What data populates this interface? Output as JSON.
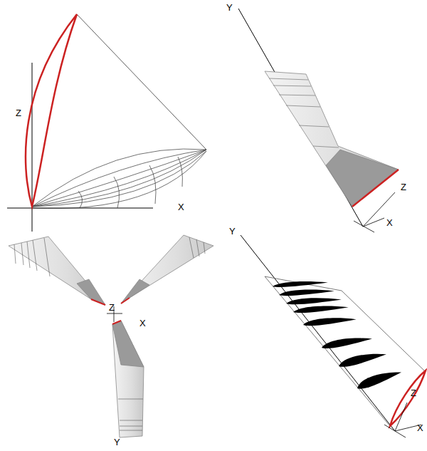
{
  "diagram": {
    "labels": [
      "Z",
      "X",
      "Y",
      "Z",
      "X",
      "Z",
      "X",
      "Y",
      "Y",
      "Z",
      "X"
    ]
  }
}
